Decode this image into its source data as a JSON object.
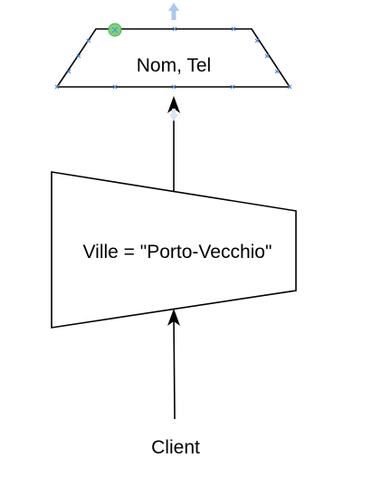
{
  "diagram": {
    "projection_label": "Nom, Tel",
    "selection_label": "Ville = \"Porto-Vecchio\"",
    "source_label": "Client"
  },
  "colors": {
    "stroke": "#000000",
    "text": "#000000",
    "handle_blue": "#4a90e2",
    "handle_blue_light": "#a9c8ef",
    "selection_handle": "#7ed37a",
    "selection_handle_border": "#4caf50"
  }
}
